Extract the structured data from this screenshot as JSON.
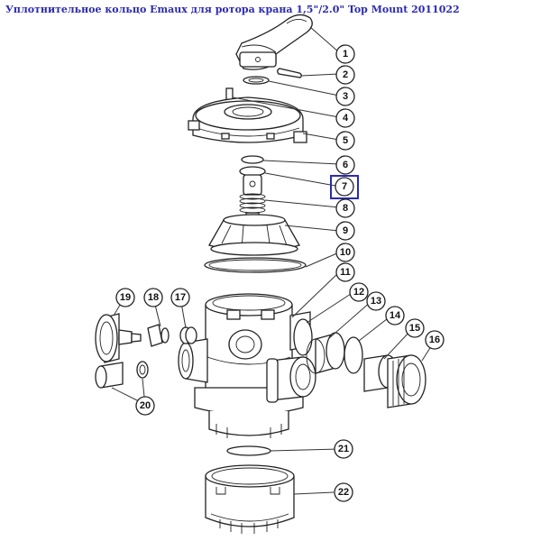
{
  "title": "Уплотнительное кольцо Emaux для ротора крана 1,5\"/2.0\" Top Mount 2011022",
  "highlight_color": "#2b2bb0",
  "highlighted_part": "7",
  "callouts": [
    "1",
    "2",
    "3",
    "4",
    "5",
    "6",
    "7",
    "8",
    "9",
    "10",
    "11",
    "12",
    "13",
    "14",
    "15",
    "16",
    "17",
    "18",
    "19",
    "20",
    "21",
    "22"
  ]
}
